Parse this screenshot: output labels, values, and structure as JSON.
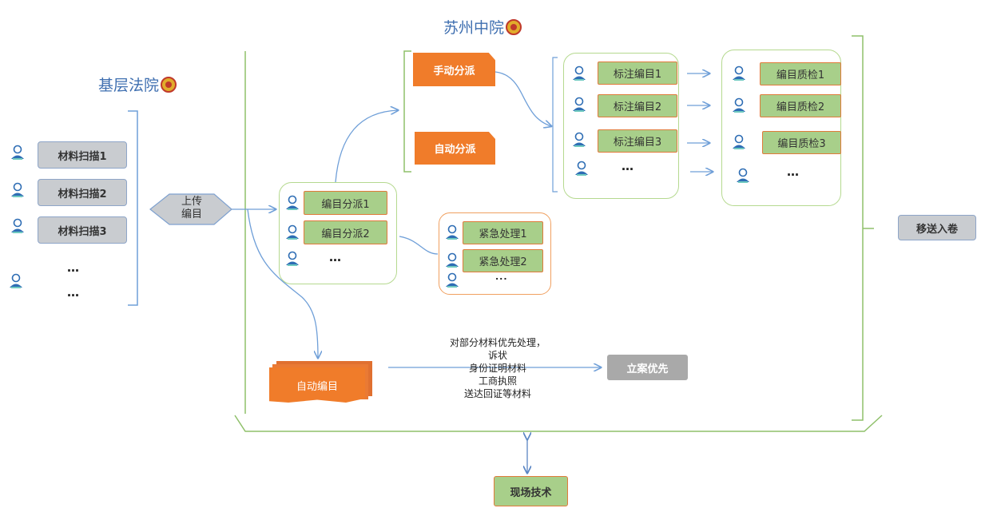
{
  "titles": {
    "central": "苏州中院",
    "base": "基层法院"
  },
  "scan_items": [
    "材料扫描1",
    "材料扫描2",
    "材料扫描3"
  ],
  "upload_label": [
    "上传",
    "编目"
  ],
  "assign_items": [
    "编目分派1",
    "编目分派2"
  ],
  "manual_assign": "手动分派",
  "auto_assign": "自动分派",
  "label_items": [
    "标注编目1",
    "标注编目2",
    "标注编目3"
  ],
  "qc_items": [
    "编目质检1",
    "编目质检2",
    "编目质检3"
  ],
  "urgent_items": [
    "紧急处理1",
    "紧急处理2"
  ],
  "auto_catalog": "自动编目",
  "priority_note": [
    "对部分材料优先处理，",
    "诉状",
    "身份证明材料",
    "工商执照",
    "送达回证等材料"
  ],
  "case_priority": "立案优先",
  "transfer": "移送入卷",
  "onsite": "现场技术",
  "ellipsis": "…",
  "ellipsis_short": "...",
  "colors": {
    "title_blue": "#3f6fb0",
    "line_blue": "#6f9fd8",
    "frame_green": "#8fc06a",
    "orange": "#f07c2a",
    "box_green": "#a8cf8a",
    "box_gray": "#c9ccd0"
  }
}
